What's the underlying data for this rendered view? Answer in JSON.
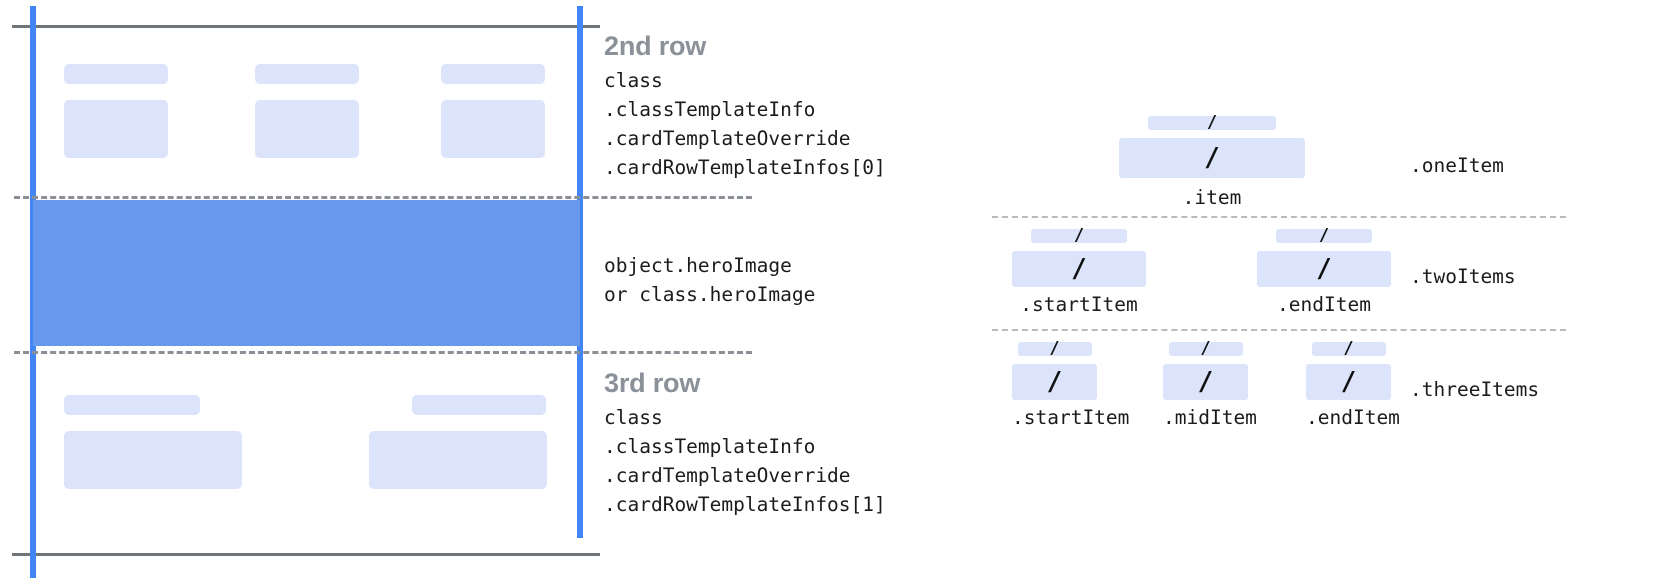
{
  "diagram": {
    "left_panel": {
      "rows": [
        {
          "title": "2nd row",
          "code": "class\n.classTemplateInfo\n.cardTemplateOverride\n.cardRowTemplateInfos[0]",
          "placeholders": 3
        },
        {
          "title": "",
          "code": "object.heroImage\nor class.heroImage",
          "placeholders": 0
        },
        {
          "title": "3rd row",
          "code": "class\n.classTemplateInfo\n.cardTemplateOverride\n.cardRowTemplateInfos[1]",
          "placeholders": 2
        }
      ]
    },
    "right_panel": {
      "groups": [
        {
          "label": ".oneItem",
          "items": [
            {
              "caption": ".item",
              "glyph": "/"
            }
          ]
        },
        {
          "label": ".twoItems",
          "items": [
            {
              "caption": ".startItem",
              "glyph": "/"
            },
            {
              "caption": ".endItem",
              "glyph": "/"
            }
          ]
        },
        {
          "label": ".threeItems",
          "items": [
            {
              "caption": ".startItem",
              "glyph": "/"
            },
            {
              "caption": ".midItem",
              "glyph": "/"
            },
            {
              "caption": ".endItem",
              "glyph": "/"
            }
          ]
        }
      ]
    },
    "colors": {
      "accent_blue": "#4285f4",
      "hero_blue": "#6699ee",
      "placeholder_blue": "#dbe4fa",
      "rule_gray": "#6f7478",
      "title_gray": "#8a9199",
      "text_black": "#1b1b1b"
    }
  }
}
